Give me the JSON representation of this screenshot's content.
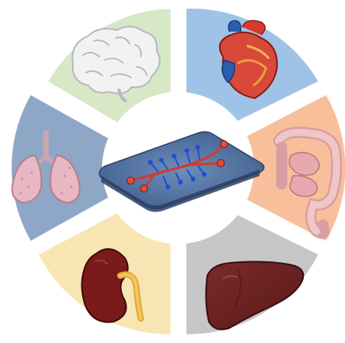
{
  "diagram": {
    "type": "organ-on-a-chip",
    "center": {
      "icon": "microfluidic-chip-icon"
    },
    "segments": [
      {
        "organ": "brain",
        "icon": "brain-icon",
        "color": "#d7e8c7"
      },
      {
        "organ": "heart",
        "icon": "heart-icon",
        "color": "#9ec3e6"
      },
      {
        "organ": "intestine",
        "icon": "intestine-icon",
        "color": "#f7c09b"
      },
      {
        "organ": "liver",
        "icon": "liver-icon",
        "color": "#c6c6c6"
      },
      {
        "organ": "kidney",
        "icon": "kidney-icon",
        "color": "#f7e6b3"
      },
      {
        "organ": "lung",
        "icon": "lung-icon",
        "color": "#8ea7c6"
      }
    ]
  }
}
